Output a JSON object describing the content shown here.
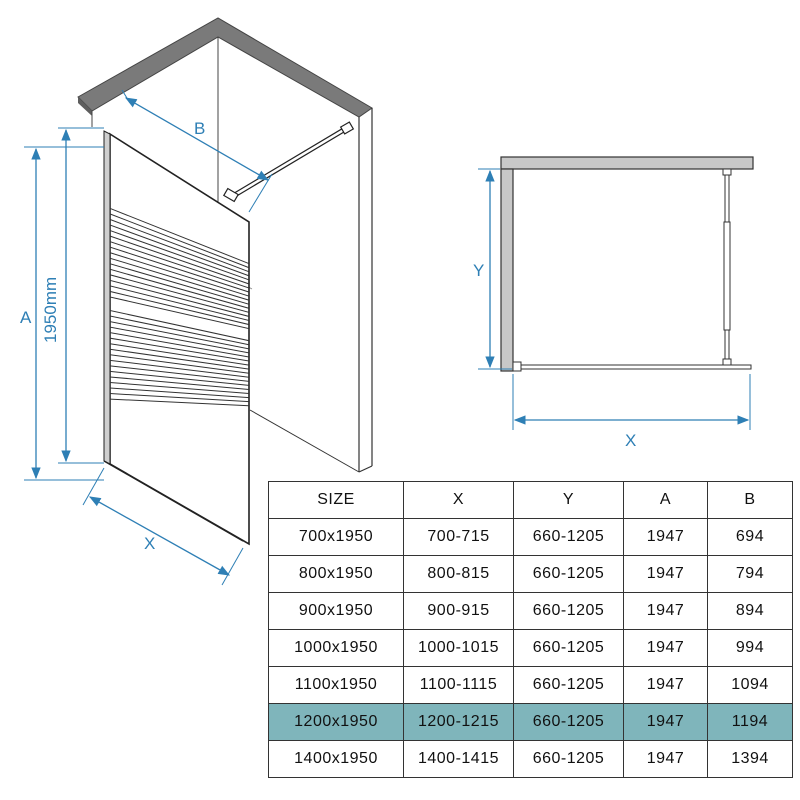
{
  "colors": {
    "dimension": "#2e7fb5",
    "wall_top": "#7a7a7a",
    "highlight_row": "#7fb5bb",
    "line": "#222222"
  },
  "labels": {
    "b": "B",
    "a": "A",
    "height": "1950mm",
    "x_left": "X",
    "y": "Y",
    "x_right": "X"
  },
  "table": {
    "headers": [
      "SIZE",
      "X",
      "Y",
      "A",
      "B"
    ],
    "highlighted_row": 5,
    "rows": [
      [
        "700x1950",
        "700-715",
        "660-1205",
        "1947",
        "694"
      ],
      [
        "800x1950",
        "800-815",
        "660-1205",
        "1947",
        "794"
      ],
      [
        "900x1950",
        "900-915",
        "660-1205",
        "1947",
        "894"
      ],
      [
        "1000x1950",
        "1000-1015",
        "660-1205",
        "1947",
        "994"
      ],
      [
        "1100x1950",
        "1100-1115",
        "660-1205",
        "1947",
        "1094"
      ],
      [
        "1200x1950",
        "1200-1215",
        "660-1205",
        "1947",
        "1194"
      ],
      [
        "1400x1950",
        "1400-1415",
        "660-1205",
        "1947",
        "1394"
      ]
    ]
  }
}
